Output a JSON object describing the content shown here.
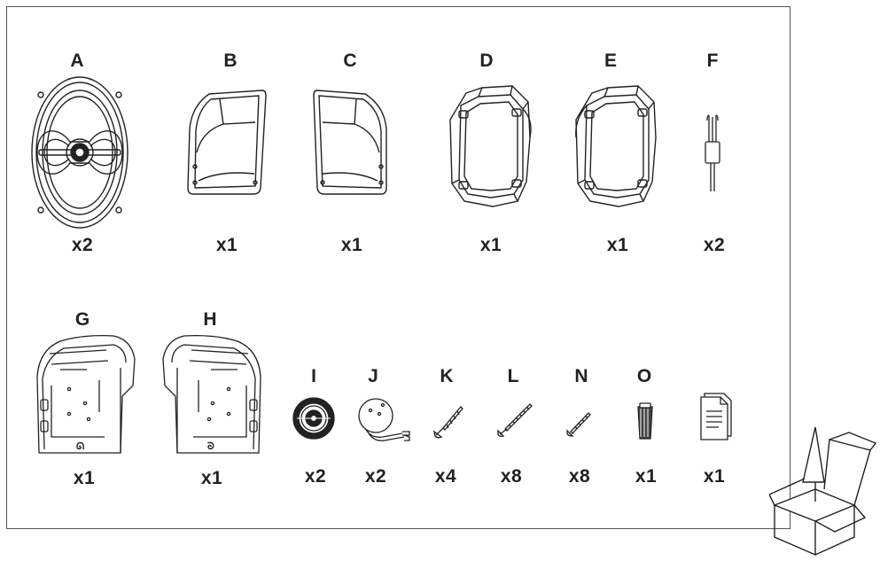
{
  "parts_row_1": [
    {
      "id": "A",
      "label": "A",
      "quantity": "x2",
      "icon": "coaxial-speaker-icon"
    },
    {
      "id": "B",
      "label": "B",
      "quantity": "x1",
      "icon": "speaker-pod-right-icon"
    },
    {
      "id": "C",
      "label": "C",
      "quantity": "x1",
      "icon": "speaker-pod-left-icon"
    },
    {
      "id": "D",
      "label": "D",
      "quantity": "x1",
      "icon": "speaker-adapter-bracket-icon"
    },
    {
      "id": "E",
      "label": "E",
      "quantity": "x1",
      "icon": "speaker-adapter-bracket-icon"
    },
    {
      "id": "F",
      "label": "F",
      "quantity": "x2",
      "icon": "wire-connector-icon"
    }
  ],
  "parts_row_2": [
    {
      "id": "G",
      "label": "G",
      "quantity": "x1",
      "icon": "mounting-plate-icon"
    },
    {
      "id": "H",
      "label": "H",
      "quantity": "x1",
      "icon": "mounting-plate-icon"
    },
    {
      "id": "I",
      "label": "I",
      "quantity": "x2",
      "icon": "tweeter-icon"
    },
    {
      "id": "J",
      "label": "J",
      "quantity": "x2",
      "icon": "tweeter-with-wires-icon"
    },
    {
      "id": "K",
      "label": "K",
      "quantity": "x4",
      "icon": "screw-icon"
    },
    {
      "id": "L",
      "label": "L",
      "quantity": "x8",
      "icon": "long-screw-icon"
    },
    {
      "id": "N",
      "label": "N",
      "quantity": "x8",
      "icon": "short-screw-icon"
    },
    {
      "id": "O",
      "label": "O",
      "quantity": "x1",
      "icon": "wire-tap-connector-icon"
    },
    {
      "id": "manual",
      "label": "",
      "quantity": "x1",
      "icon": "manual-document-icon"
    }
  ],
  "colors": {
    "line": "#222222",
    "frame": "#555555",
    "background": "#ffffff"
  }
}
